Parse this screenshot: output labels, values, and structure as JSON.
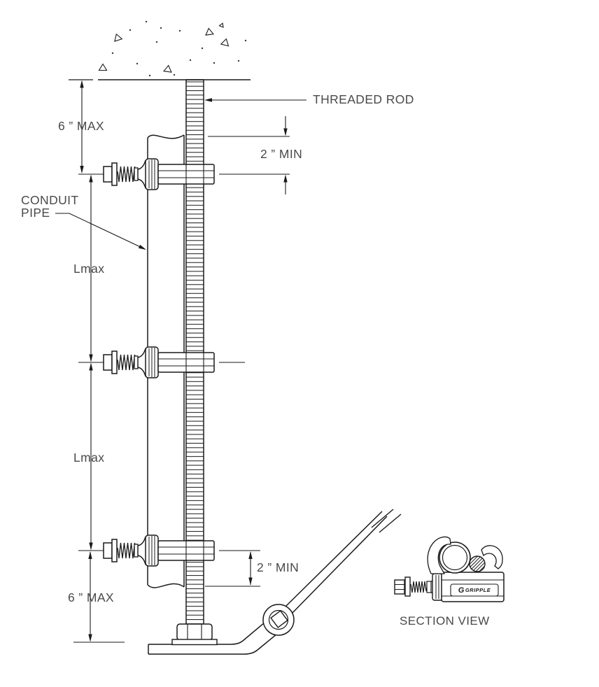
{
  "labels": {
    "threaded_rod": "THREADED ROD",
    "conduit_pipe_line1": "CONDUIT",
    "conduit_pipe_line2": "PIPE",
    "section_view": "SECTION VIEW"
  },
  "dimensions": {
    "top_offset_max": "6 ” MAX",
    "engagement_min_top": "2 ” MIN",
    "span_upper": "Lmax",
    "span_lower": "Lmax",
    "engagement_min_bottom": "2 ” MIN",
    "bottom_offset_max": "6 ” MAX"
  },
  "brand": {
    "g": "G",
    "name": "GRIPPLE"
  },
  "colors": {
    "line": "#1a1a1a",
    "text": "#4a4a4a",
    "background": "#ffffff"
  }
}
